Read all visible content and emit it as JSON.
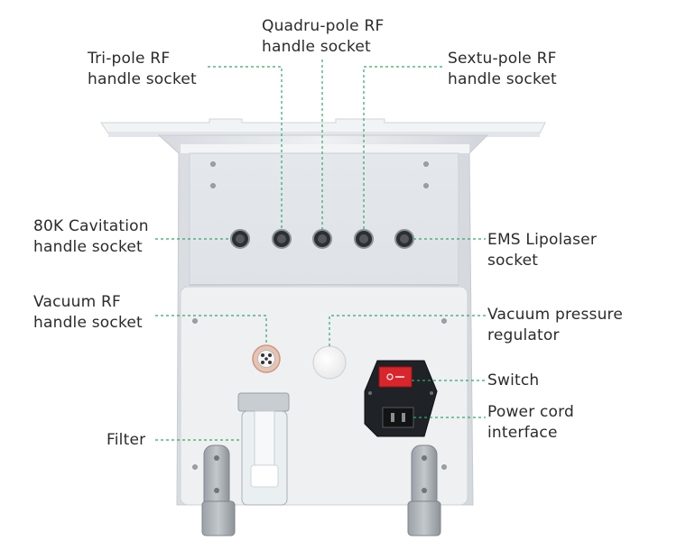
{
  "labels": {
    "quadru_pole": "Quadru-pole RF\nhandle socket",
    "tri_pole": "Tri-pole RF\nhandle socket",
    "sextu_pole": "Sextu-pole RF\nhandle socket",
    "cavitation": "80K Cavitation\nhandle socket",
    "ems_lipolaser": "EMS Lipolaser\nsocket",
    "vacuum_rf": "Vacuum RF\nhandle socket",
    "vacuum_pressure": "Vacuum pressure\nregulator",
    "switch": "Switch",
    "power_cord": "Power cord\ninterface",
    "filter": "Filter"
  },
  "colors": {
    "leader_line": "#33a867",
    "device_body": "#e9ecef",
    "switch_red": "#d8262c",
    "text": "#2b2b2b"
  }
}
